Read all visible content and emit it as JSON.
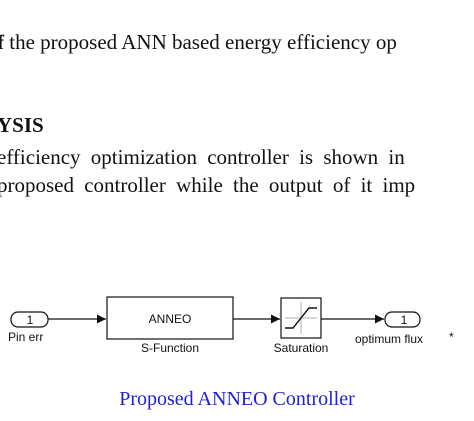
{
  "text": {
    "line1_prefix": "f",
    "line1_rest": " the proposed ANN based energy efficiency op",
    "heading": "YSIS",
    "line2": "efficiency optimization controller is shown in",
    "line3": "proposed controller while the output of it imp"
  },
  "diagram": {
    "inport": {
      "number": "1",
      "label": "Pin err"
    },
    "sfunction": {
      "name": "ANNEO",
      "label": "S-Function"
    },
    "saturation": {
      "label": "Saturation"
    },
    "outport": {
      "number": "1",
      "label": "optimum flux",
      "mark": "*"
    }
  },
  "caption": "Proposed ANNEO Controller"
}
